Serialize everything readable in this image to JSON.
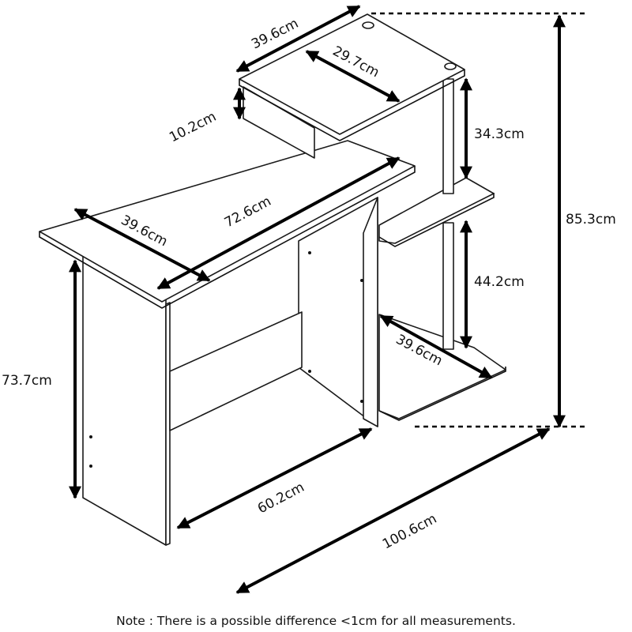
{
  "dimensions": {
    "top_shelf_width": "39.6cm",
    "top_shelf_depth": "29.7cm",
    "top_shelf_height": "10.2cm",
    "upper_shelf_gap": "34.3cm",
    "total_height": "85.3cm",
    "desk_depth": "39.6cm",
    "desk_width": "72.6cm",
    "lower_shelf_gap": "44.2cm",
    "bottom_shelf_depth": "39.6cm",
    "desk_height": "73.7cm",
    "inner_width": "60.2cm",
    "total_width": "100.6cm"
  },
  "note": "Note : There is a possible difference <1cm for all measurements."
}
